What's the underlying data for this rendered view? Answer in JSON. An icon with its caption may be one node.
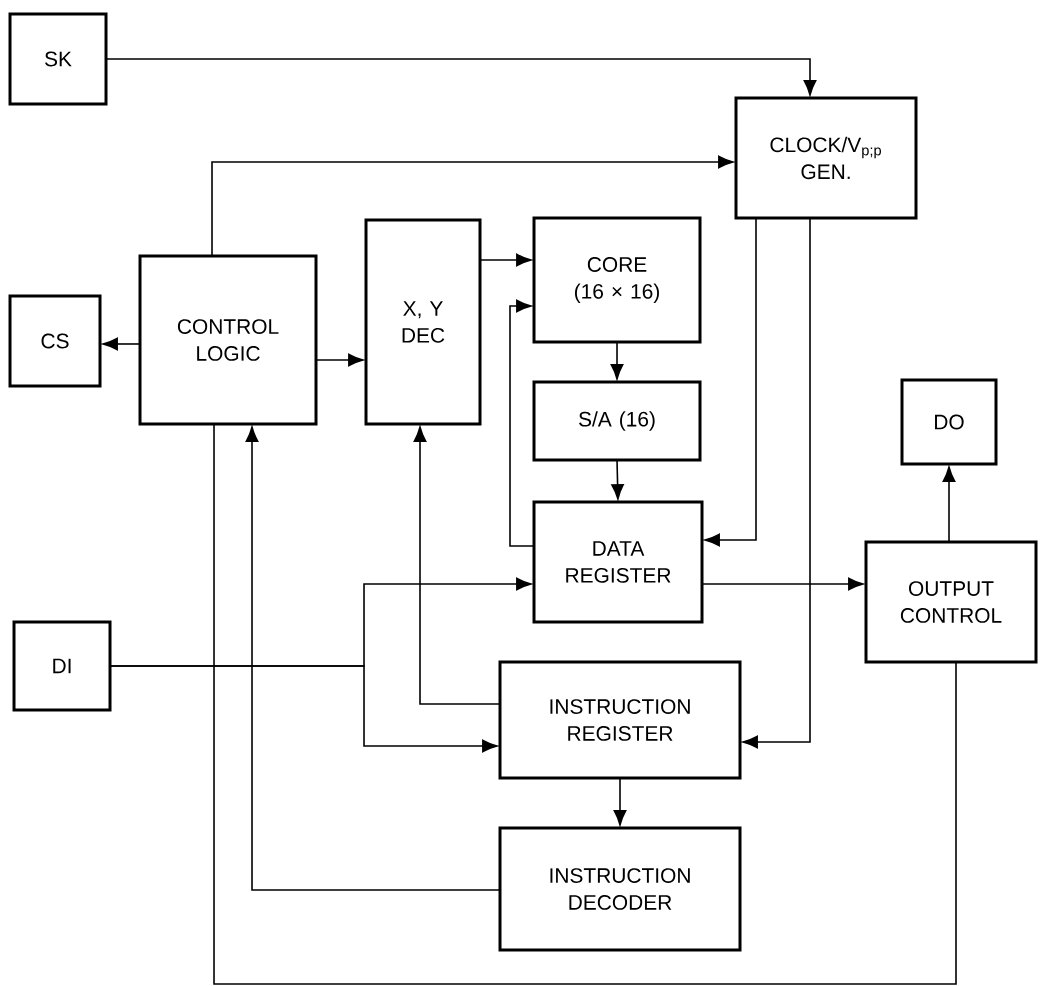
{
  "diagram": {
    "nodes": [
      {
        "text": [
          "SK"
        ]
      },
      {
        "text": [
          "CLOCK/V$_{p;p}$ GEN."
        ]
      },
      {
        "text": [
          "CS"
        ]
      },
      {
        "text": [
          "CONTROL LOGIC"
        ]
      },
      {
        "text": [
          "X, Y DEC"
        ]
      },
      {
        "text": [
          "CORE (16 × 16)"
        ]
      },
      {
        "text": [
          "S/A (16)"
        ]
      },
      {
        "text": [
          "DO"
        ]
      },
      {
        "text": [
          "DATA REGISTER"
        ]
      },
      {
        "text": [
          "OUTPUT CONTROL"
        ]
      },
      {
        "text": [
          "DI"
        ]
      },
      {
        "text": [
          "INSTRUCTION REGISTER"
        ]
      },
      {
        "text": [
          "INSTRUCTION DECODER"
        ]
      }
    ],
    "edges": [
      {
        "from": 0,
        "to": 1,
        "arrow": "to"
      },
      {
        "from": 3,
        "to": 1,
        "arrow": "to"
      },
      {
        "from": 3,
        "to": 2,
        "arrow": "to"
      },
      {
        "from": 3,
        "to": 4,
        "arrow": "to"
      },
      {
        "from": 4,
        "to": 5,
        "arrow": "to"
      },
      {
        "from": 8,
        "to": 5,
        "arrow": "to"
      },
      {
        "from": 5,
        "to": 6,
        "arrow": "to"
      },
      {
        "from": 6,
        "to": 8,
        "arrow": "to"
      },
      {
        "from": 1,
        "to": 8,
        "arrow": "to"
      },
      {
        "from": 1,
        "to": 11,
        "arrow": "to"
      },
      {
        "from": 8,
        "to": 9,
        "arrow": "to"
      },
      {
        "from": 9,
        "to": 7,
        "arrow": "to"
      },
      {
        "from": 10,
        "to": 8,
        "arrow": "to"
      },
      {
        "from": 10,
        "to": 11,
        "arrow": "to"
      },
      {
        "from": 11,
        "to": 4,
        "arrow": "to"
      },
      {
        "from": 12,
        "to": 3,
        "arrow": "to"
      },
      {
        "from": 11,
        "to": 12,
        "arrow": "to"
      },
      {
        "from": 9,
        "to": 3,
        "arrow": "none"
      }
    ]
  }
}
